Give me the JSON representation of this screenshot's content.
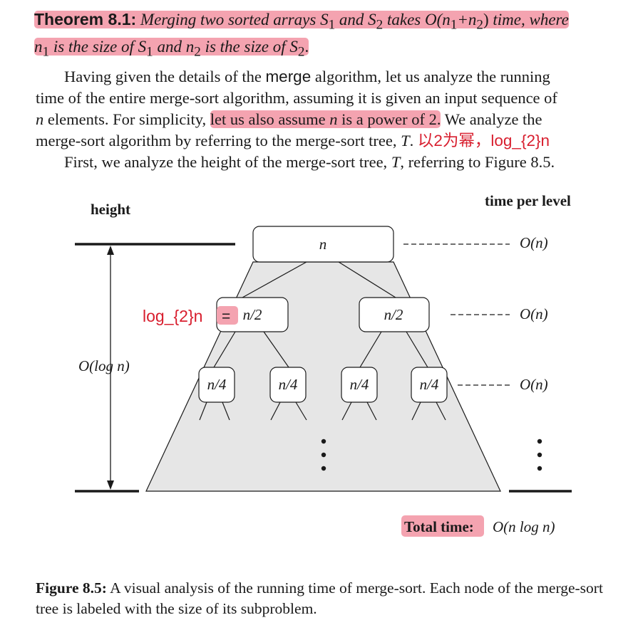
{
  "theorem": {
    "label": "Theorem 8.1:",
    "text_a": "Merging two sorted arrays",
    "s1": "S",
    "sub1": "1",
    "and1": "and",
    "s2": "S",
    "sub2": "2",
    "text_b": "takes",
    "bigo": "O(n",
    "n1sub": "1",
    "plus": "+n",
    "n2sub": "2",
    "close": ")",
    "text_c": "time, where",
    "n1": "n",
    "is_size_of_1": "is the size of",
    "and2": "and",
    "n2": "n",
    "is_size_of_2": "is the size of",
    "end": "."
  },
  "paragraph": {
    "l1a": "Having given the details of the",
    "merge_word": "merge",
    "l1b": "algorithm, let us analyze the running",
    "l2": "time of the entire merge-sort algorithm, assuming it is given an input sequence of",
    "l3a": "n",
    "l3b": "elements. For simplicity,",
    "l3hl1": "let us also assume",
    "l3n": "n",
    "l3hl2": "is a power of 2.",
    "l3c": "We analyze the",
    "l4a": "merge-sort algorithm by referring to the merge-sort tree,",
    "l4T": "T",
    "l4b": ".",
    "l4red": "以2为幂，log_{2}n",
    "l5a": "First, we analyze the height of the merge-sort tree,",
    "l5T": "T",
    "l5b": ", referring to Figure 8.5."
  },
  "figure": {
    "height_label": "height",
    "time_label": "time per level",
    "height_value": "O(log n)",
    "root": "n",
    "level1": [
      "n/2",
      "n/2"
    ],
    "level2": [
      "n/4",
      "n/4",
      "n/4",
      "n/4"
    ],
    "level_times": [
      "O(n)",
      "O(n)",
      "O(n)"
    ],
    "annotation": "log_{2}n",
    "annotation_eq": "=",
    "total_label": "Total time:",
    "total_value": "O(n log n)"
  },
  "caption": {
    "label": "Figure 8.5:",
    "text": "A visual analysis of the running time of merge-sort. Each node of the merge-sort tree is labeled with the size of its subproblem."
  },
  "colors": {
    "highlight": "#f4a3b0",
    "annotation_red": "#d81e2e",
    "tree_fill": "#e6e6e6"
  }
}
